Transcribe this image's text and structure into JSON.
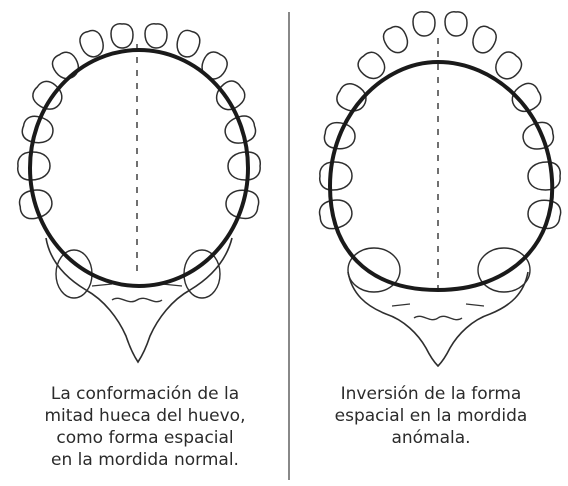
{
  "figure": {
    "left_panel": {
      "caption_lines": [
        "La conformación de la",
        "mitad hueca del huevo,",
        "como forma espacial",
        "en la mordida normal."
      ]
    },
    "right_panel": {
      "caption_lines": [
        "Inversión de la forma",
        "espacial en la mordida",
        "anómala."
      ]
    }
  },
  "colors": {
    "line": "#1a1a1a",
    "tooth_stroke": "#2e2e2e",
    "text": "#2b2b2b",
    "background": "#ffffff"
  }
}
